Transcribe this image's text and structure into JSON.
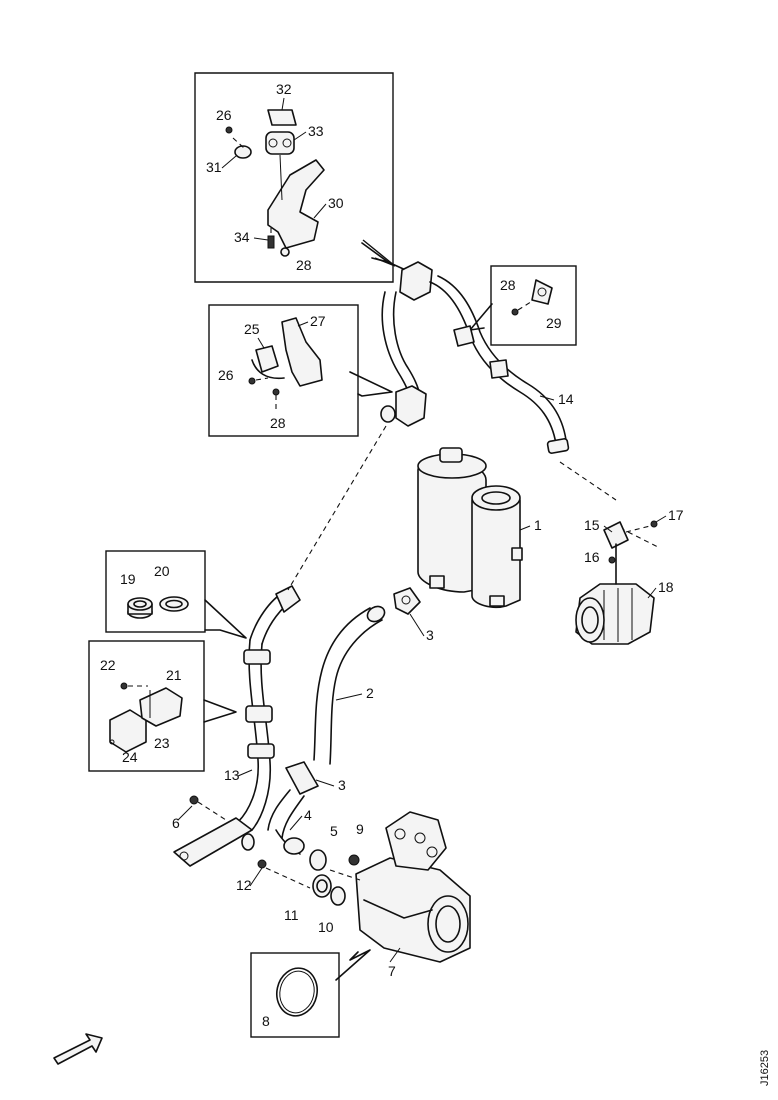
{
  "reference_code": "J16253",
  "callouts": {
    "c1": "1",
    "c2": "2",
    "c3a": "3",
    "c3b": "3",
    "c4": "4",
    "c5": "5",
    "c6": "6",
    "c7": "7",
    "c8": "8",
    "c9": "9",
    "c10": "10",
    "c11": "11",
    "c12": "12",
    "c13": "13",
    "c14": "14",
    "c15": "15",
    "c16": "16",
    "c17": "17",
    "c18": "18",
    "c19": "19",
    "c20": "20",
    "c21": "21",
    "c22": "22",
    "c23": "23",
    "c24": "24",
    "c25": "25",
    "c26a": "26",
    "c26b": "26",
    "c27": "27",
    "c28a": "28",
    "c28b": "28",
    "c28c": "28",
    "c29": "29",
    "c30": "30",
    "c31": "31",
    "c32": "32",
    "c33": "33",
    "c34": "34"
  },
  "icons": {
    "direction_arrow": "front-direction-arrow-icon"
  }
}
